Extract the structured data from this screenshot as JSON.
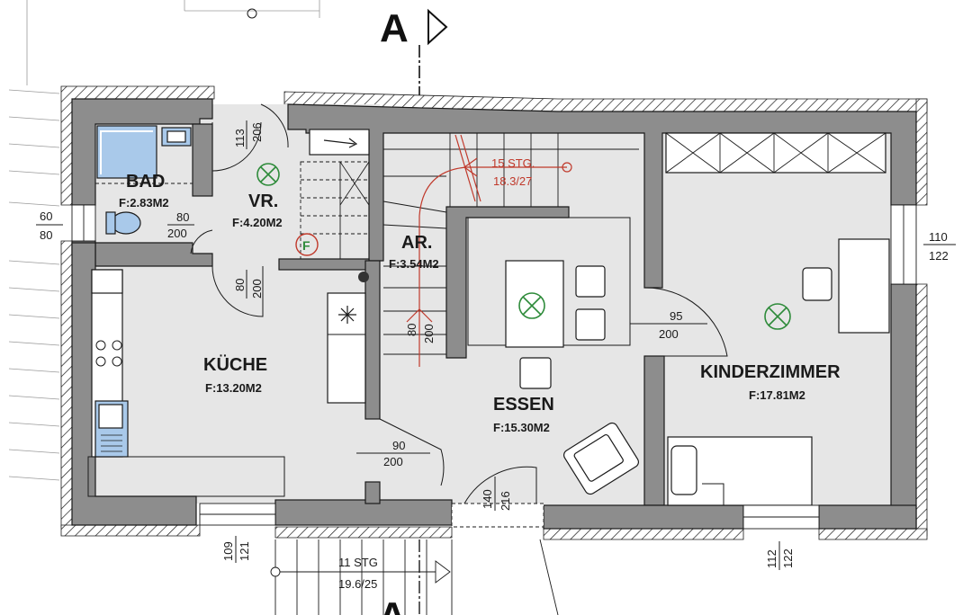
{
  "section": {
    "mark": "A"
  },
  "rooms": {
    "bad": {
      "name": "BAD",
      "area": "F:2.83M2"
    },
    "vr": {
      "name": "VR.",
      "area": "F:4.20M2"
    },
    "ar": {
      "name": "AR.",
      "area": "F:3.54M2"
    },
    "kueche": {
      "name": "KÜCHE",
      "area": "F:13.20M2"
    },
    "essen": {
      "name": "ESSEN",
      "area": "F:15.30M2"
    },
    "kinderzimmer": {
      "name": "KINDERZIMMER",
      "area": "F:17.81M2"
    }
  },
  "dimensions": {
    "bad_window": {
      "w": "60",
      "h": "80"
    },
    "bad_door": {
      "w": "80",
      "h": "200"
    },
    "vr_top_door": {
      "w": "113",
      "h": "206"
    },
    "vr_kueche_door": {
      "w": "80",
      "h": "200"
    },
    "ar_door": {
      "w": "80",
      "h": "200"
    },
    "essen_kinder_door": {
      "w": "95",
      "h": "200"
    },
    "kueche_essen_door": {
      "w": "90",
      "h": "200"
    },
    "kinder_window": {
      "w": "110",
      "h": "122"
    },
    "kueche_window": {
      "w": "109",
      "h": "121"
    },
    "essen_door_bottom": {
      "w": "140",
      "h": "216"
    },
    "kinder_window_bottom": {
      "w": "112",
      "h": "122"
    }
  },
  "stairs": {
    "upper": {
      "steps": "15 STG.",
      "ratio": "18.3/27"
    },
    "lower": {
      "steps": "11 STG",
      "ratio": "19.6/25"
    }
  },
  "symbols": {
    "smoke_detector": "F"
  },
  "colors": {
    "floor": "#e6e6e6",
    "wall": "#8d8d8d",
    "fixture_blue": "#a9c9ea",
    "annotation_red": "#c0392b",
    "light_green": "#2e8b3a"
  }
}
